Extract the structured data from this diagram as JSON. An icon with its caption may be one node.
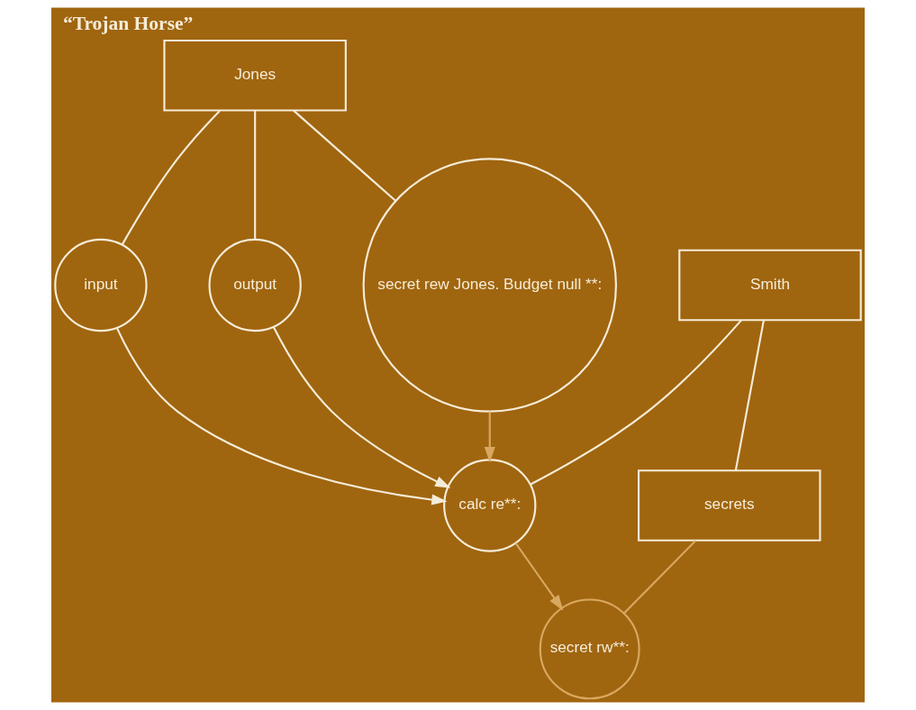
{
  "diagram": {
    "title": "“Trojan Horse”",
    "nodes": [
      {
        "text": [
          "Jones"
        ]
      },
      {
        "text": [
          "input"
        ]
      },
      {
        "text": [
          "output"
        ]
      },
      {
        "text": [
          "secret rew Jones. Budget null **:"
        ]
      },
      {
        "text": [
          "Smith"
        ]
      },
      {
        "text": [
          "calc re**:"
        ]
      },
      {
        "text": [
          "secrets"
        ]
      },
      {
        "text": [
          "secret rw**:"
        ]
      }
    ],
    "edges": [
      {
        "from": 0,
        "to": 1,
        "arrow": "none"
      },
      {
        "from": 0,
        "to": 2,
        "arrow": "none"
      },
      {
        "from": 0,
        "to": 3,
        "arrow": "none"
      },
      {
        "from": 1,
        "to": 5,
        "arrow": "to"
      },
      {
        "from": 2,
        "to": 5,
        "arrow": "to"
      },
      {
        "from": 3,
        "to": 5,
        "arrow": "to",
        "color": "#d9a860"
      },
      {
        "from": 4,
        "to": 5,
        "arrow": "none"
      },
      {
        "from": 4,
        "to": 6,
        "arrow": "none"
      },
      {
        "from": 6,
        "to": 7,
        "arrow": "none",
        "color": "#d9a860"
      },
      {
        "from": 5,
        "to": 7,
        "arrow": "to",
        "color": "#d9a860"
      }
    ]
  }
}
